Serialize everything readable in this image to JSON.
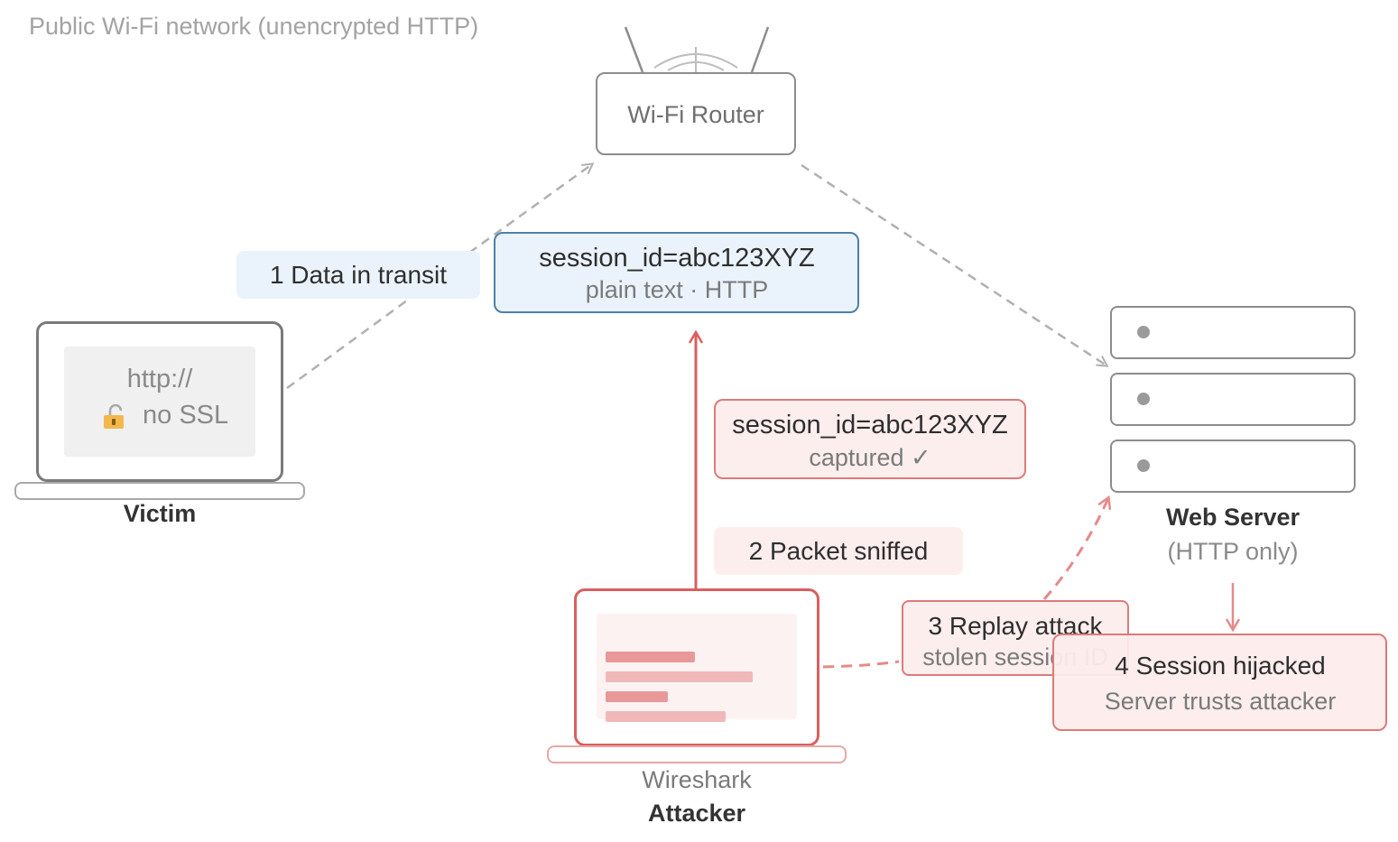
{
  "caption": "Public Wi-Fi network (unencrypted HTTP)",
  "router": {
    "label": "Wi-Fi Router"
  },
  "victim": {
    "screen_line1": "http://",
    "screen_line2": "no SSL",
    "label": "Victim",
    "lock_icon": "open-lock-icon"
  },
  "step1": {
    "label": "1 Data in transit"
  },
  "session": {
    "line1": "session_id=abc123XYZ",
    "line2": "plain text · HTTP"
  },
  "captured": {
    "line1": "session_id=abc123XYZ",
    "line2": "captured ✓"
  },
  "step2": {
    "label": "2 Packet sniffed"
  },
  "server": {
    "label": "Web Server",
    "sublabel": "(HTTP only)"
  },
  "attacker": {
    "tool": "Wireshark",
    "label": "Attacker"
  },
  "step3": {
    "label": "3 Replay attack",
    "sublabel": "stolen session ID"
  },
  "step4": {
    "label": "4 Session hijacked",
    "sublabel": "Server trusts attacker"
  },
  "colors": {
    "neutral": "#9a9a9a",
    "attack": "#d95f5f",
    "transit_fill": "#eaf3fb",
    "transit_border": "#4e7fa6",
    "attack_fill": "#fdeeee"
  }
}
